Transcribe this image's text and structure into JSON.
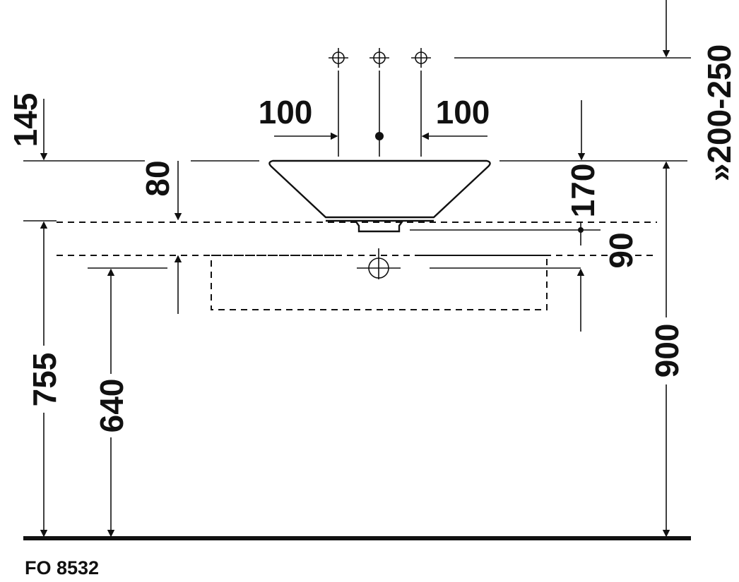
{
  "drawing": {
    "code": "FO 8532",
    "dimensions": {
      "tap_spacing_left": "100",
      "tap_spacing_right": "100",
      "height_above_rim": "145",
      "basin_height": "80",
      "tap_height": "170",
      "waste_offset": "90",
      "counter_height": "755",
      "drain_height": "640",
      "rim_height": "900",
      "tap_range": "»200-250"
    },
    "color": "#111111"
  }
}
